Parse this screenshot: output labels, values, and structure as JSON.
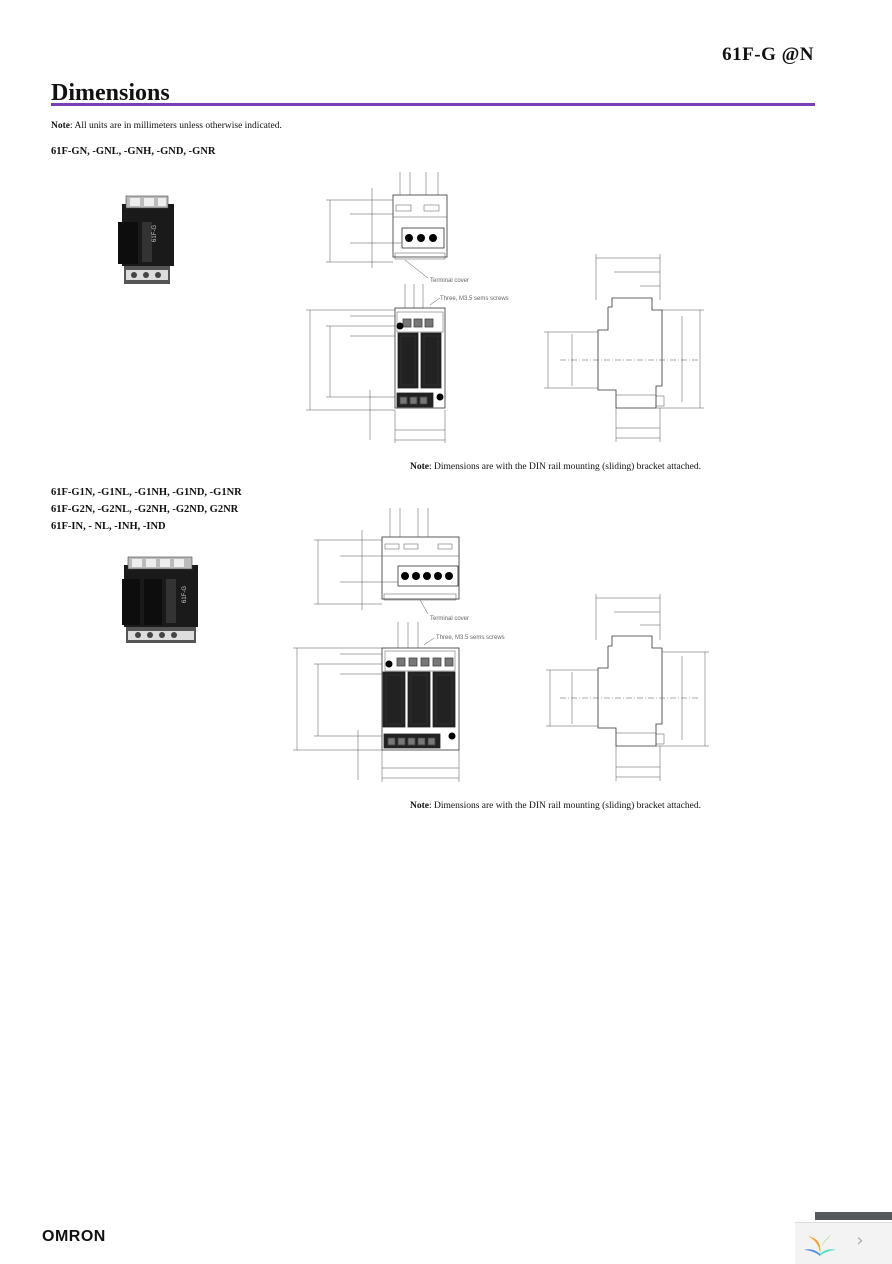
{
  "header": {
    "code": "61F-G @N"
  },
  "page_title": "Dimensions",
  "note": {
    "label": "Note",
    "text": ": All units are in millimeters unless otherwise indicated."
  },
  "section1": {
    "models": [
      "61F-GN, -GNL, -GNH, -GND, -GNR"
    ],
    "terminal_cover_label": "Terminal cover",
    "screws_label": "Three, M3.5 sems screws",
    "footnote_label": "Note",
    "footnote_text": ": Dimensions are with the DIN rail mounting (sliding) bracket attached."
  },
  "section2": {
    "models": [
      "61F-G1N, -G1NL, -G1NH, -G1ND, -G1NR",
      "61F-G2N, -G2NL, -G2NH, -G2ND,  G2NR",
      "61F-IN, - NL, -INH, -IND"
    ],
    "terminal_cover_label": "Terminal cover",
    "screws_label": "Three, M3.5 sems screws",
    "footnote_label": "Note",
    "footnote_text": ": Dimensions are with the DIN rail mounting (sliding) bracket attached."
  },
  "footer": {
    "brand": "OMRON",
    "next_label": "›"
  }
}
